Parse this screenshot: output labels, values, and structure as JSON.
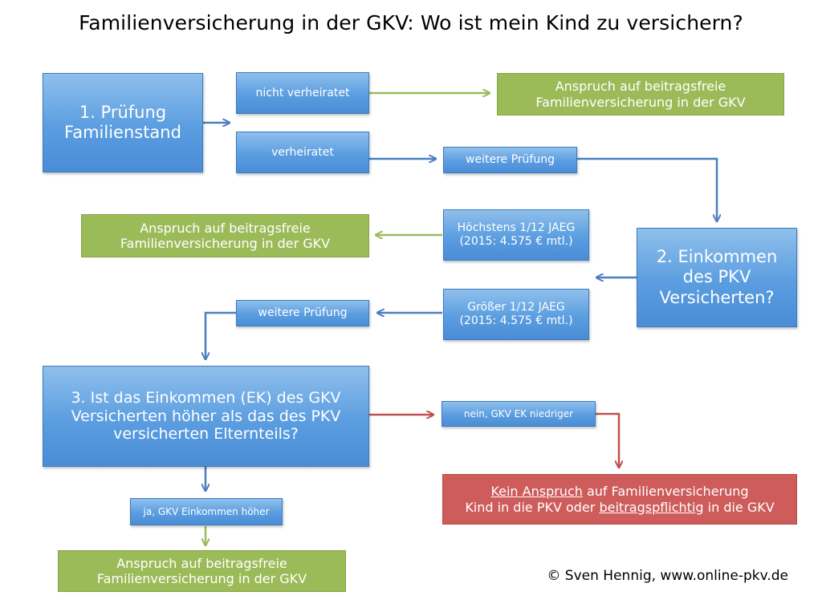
{
  "title": "Familienversicherung in der GKV: Wo ist mein Kind zu versichern?",
  "colors": {
    "decision_box": "#5b9de0",
    "positive_result": "#9bbb59",
    "negative_result": "#cd5c5a",
    "blue_arrow": "#4a7fc1",
    "green_arrow": "#9bbb59",
    "red_arrow": "#c0504d"
  },
  "step1": {
    "line1": "1. Prüfung",
    "line2": "Familienstand"
  },
  "not_married": "nicht verheiratet",
  "married": "verheiratet",
  "result_top": {
    "line1": "Anspruch auf beitragsfreie",
    "line2": "Familienversicherung in der GKV"
  },
  "further_check_1": "weitere Prüfung",
  "step2": {
    "line1": "2. Einkommen",
    "line2": "des PKV",
    "line3": "Versicherten?"
  },
  "max_income": {
    "line1": "Höchstens 1/12 JAEG",
    "line2": "(2015: 4.575 € mtl.)"
  },
  "greater_income": {
    "line1": "Größer 1/12 JAEG",
    "line2": "(2015: 4.575 € mtl.)"
  },
  "result_mid": {
    "line1": "Anspruch auf beitragsfreie",
    "line2": "Familienversicherung in der GKV"
  },
  "further_check_2": "weitere Prüfung",
  "step3": {
    "line1": "3. Ist das Einkommen (EK) des GKV",
    "line2": "Versicherten höher als das des PKV",
    "line3": "versicherten Elternteils?"
  },
  "no_lower": "nein, GKV EK niedriger",
  "yes_higher": "ja, GKV Einkommen höher",
  "result_bottom": {
    "line1": "Anspruch auf beitragsfreie",
    "line2": "Familienversicherung in der GKV"
  },
  "no_claim": {
    "part1_underlined": "Kein Anspruch",
    "part1_rest": " auf Familienversicherung",
    "part2_start": "Kind in die PKV oder ",
    "part2_underlined": "beitragspflichtig",
    "part2_end": " in die GKV"
  },
  "copyright": "© Sven Hennig, www.online-pkv.de"
}
